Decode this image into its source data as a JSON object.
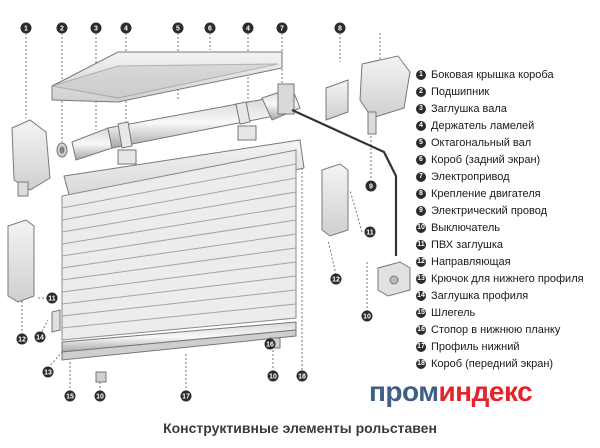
{
  "callout_numbers": [
    "1",
    "2",
    "3",
    "4",
    "5",
    "6",
    "7",
    "8",
    "9",
    "10",
    "11",
    "12",
    "13",
    "14",
    "15",
    "16",
    "17",
    "18"
  ],
  "legend": [
    {
      "num": "1",
      "label": "Боковая крышка короба"
    },
    {
      "num": "2",
      "label": "Подшипник"
    },
    {
      "num": "3",
      "label": "Заглушка вала"
    },
    {
      "num": "4",
      "label": "Держатель ламелей"
    },
    {
      "num": "5",
      "label": "Октагональный вал"
    },
    {
      "num": "6",
      "label": "Короб (задний экран)"
    },
    {
      "num": "7",
      "label": "Электропривод"
    },
    {
      "num": "8",
      "label": "Крепление двигателя"
    },
    {
      "num": "9",
      "label": "Электрический провод"
    },
    {
      "num": "10",
      "label": "Выключатель"
    },
    {
      "num": "11",
      "label": "ПВХ заглушка"
    },
    {
      "num": "12",
      "label": "Направляющая"
    },
    {
      "num": "13",
      "label": "Крючок для нижнего профиля"
    },
    {
      "num": "14",
      "label": "Заглушка профиля"
    },
    {
      "num": "15",
      "label": "Шлегель"
    },
    {
      "num": "16",
      "label": "Стопор в нижнюю планку"
    },
    {
      "num": "17",
      "label": "Профиль нижний"
    },
    {
      "num": "18",
      "label": "Короб (передний экран)"
    }
  ],
  "brand": {
    "part1": "пром",
    "part2": "индекс"
  },
  "caption": "Конструктивные элементы рольставен",
  "colors": {
    "metal": "#e2e2e2",
    "edge": "#8a8a8a",
    "badge": "#2b2b2b",
    "brand_blue": "#3f5f86",
    "brand_red": "#e3262d"
  }
}
